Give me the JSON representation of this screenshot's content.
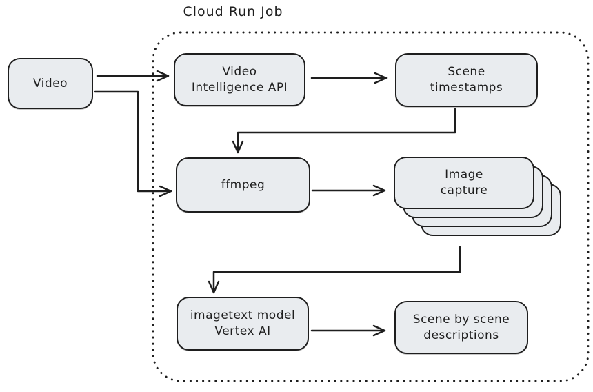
{
  "diagram": {
    "title": "Cloud Run Job",
    "colors": {
      "stroke": "#1e1e1e",
      "node_fill": "#e9ecef",
      "background": "#ffffff"
    },
    "nodes": {
      "video": {
        "label": "Video"
      },
      "video_intelligence": {
        "line1": "Video",
        "line2": "Intelligence API"
      },
      "scene_timestamps": {
        "line1": "Scene",
        "line2": "timestamps"
      },
      "ffmpeg": {
        "label": "ffmpeg"
      },
      "image_capture": {
        "line1": "Image",
        "line2": "capture",
        "stack_count": 4
      },
      "imagetext_model": {
        "line1": "imagetext model",
        "line2": "Vertex AI"
      },
      "scene_descriptions": {
        "line1": "Scene by scene",
        "line2": "descriptions"
      }
    },
    "container": {
      "label": "Cloud Run Job",
      "style": "dotted-rounded-rectangle"
    },
    "edges": [
      {
        "from": "Video",
        "to": "Video Intelligence API"
      },
      {
        "from": "Video",
        "to": "ffmpeg"
      },
      {
        "from": "Video Intelligence API",
        "to": "Scene timestamps"
      },
      {
        "from": "Scene timestamps",
        "to": "ffmpeg"
      },
      {
        "from": "ffmpeg",
        "to": "Image capture"
      },
      {
        "from": "Image capture",
        "to": "imagetext model Vertex AI"
      },
      {
        "from": "imagetext model Vertex AI",
        "to": "Scene by scene descriptions"
      }
    ]
  }
}
